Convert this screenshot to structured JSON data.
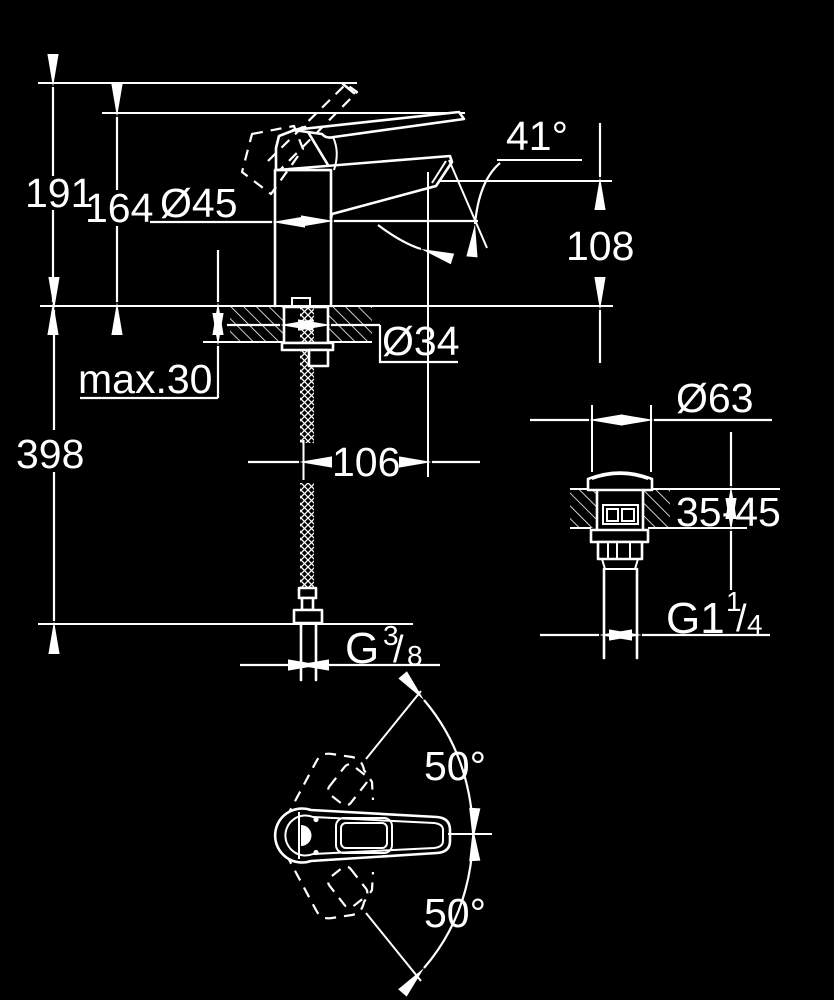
{
  "drawing": {
    "type": "faucet-installation-dimension-drawing",
    "colors": {
      "background": "#000000",
      "line": "#ffffff"
    },
    "dimensions": {
      "total_height": "191",
      "height_to_spout_top": "164",
      "body_diameter": "Ø45",
      "spout_angle": "41°",
      "spout_height_above_deck": "108",
      "deck_thickness_max": "max.30",
      "mounting_hole_diameter": "Ø34",
      "length_below_deck": "398",
      "spout_reach": "106",
      "waste_flange_diameter": "Ø63",
      "basin_thickness_range": "35-45",
      "waste_thread_base": "G1",
      "waste_thread_sup": "1",
      "waste_thread_slash": "/",
      "waste_thread_sub": "4",
      "supply_thread_base": "G",
      "supply_thread_sup": "3",
      "supply_thread_slash": "/",
      "supply_thread_sub": "8",
      "handle_swivel_up": "50°",
      "handle_swivel_down": "50°"
    }
  }
}
